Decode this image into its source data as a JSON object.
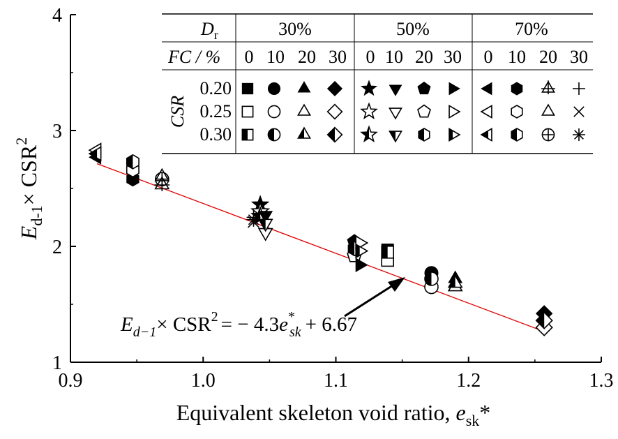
{
  "chart_data": {
    "type": "scatter",
    "xlim": [
      0.9,
      1.3
    ],
    "ylim": [
      1,
      4
    ],
    "xticks": [
      "0.9",
      "1.0",
      "1.1",
      "1.2",
      "1.3"
    ],
    "yticks": [
      "1",
      "2",
      "3",
      "4"
    ],
    "grid": false,
    "xlabel": "Equivalent skeleton void ratio, ",
    "xlabel_var": "e",
    "xlabel_sub": "sk",
    "xlabel_sup": "*",
    "ylabel_var": "E",
    "ylabel_sub": "d-1",
    "ylabel_rest": "× CSR",
    "ylabel_sup": "2",
    "fit_line": {
      "slope": -4.3,
      "intercept": 6.67,
      "x": [
        0.92,
        1.258
      ],
      "color": "#e00000",
      "eq_lhs_var": "E",
      "eq_lhs_sub": "d−1",
      "eq_mid": "× CSR",
      "eq_sup2": "2",
      "eq_rhs_pre": "= − 4.3",
      "eq_rhs_var": "e",
      "eq_rhs_sup": "*",
      "eq_rhs_sub": "sk",
      "eq_rhs_post": "+ 6.67"
    },
    "legend": {
      "position": "top-right",
      "dr_label_var": "D",
      "dr_label_sub": "r",
      "fc_label": "FC / %",
      "csr_label": "CSR",
      "dr_groups": [
        "30%",
        "50%",
        "70%"
      ],
      "fc_values": [
        "0",
        "10",
        "20",
        "30"
      ],
      "csr_rows": [
        "0.20",
        "0.25",
        "0.30"
      ],
      "shapes": [
        [
          "square",
          "circle",
          "triangle",
          "diamond"
        ],
        [
          "star",
          "triangle-down",
          "pentagon",
          "triangle-right"
        ],
        [
          "triangle-left",
          "hexagon",
          "crossed-triangle",
          "cross-wide"
        ]
      ],
      "row3_shapes": [
        [
          "square",
          "circle",
          "triangle",
          "diamond"
        ],
        [
          "star",
          "triangle-down",
          "hexagon",
          "triangle-right"
        ],
        [
          "triangle-left",
          "hexagon",
          "circle-plus",
          "asterisk"
        ]
      ]
    },
    "series": [
      {
        "shape": "square",
        "csr": "0.20",
        "x": 1.139,
        "y": 1.97
      },
      {
        "shape": "square",
        "csr": "0.25",
        "x": 1.139,
        "y": 1.88
      },
      {
        "shape": "square",
        "csr": "0.30",
        "x": 1.139,
        "y": 1.95
      },
      {
        "shape": "circle",
        "csr": "0.20",
        "x": 1.172,
        "y": 1.77
      },
      {
        "shape": "circle",
        "csr": "0.25",
        "x": 1.172,
        "y": 1.65
      },
      {
        "shape": "circle",
        "csr": "0.30",
        "x": 1.172,
        "y": 1.72
      },
      {
        "shape": "triangle",
        "csr": "0.20",
        "x": 1.19,
        "y": 1.72
      },
      {
        "shape": "triangle",
        "csr": "0.25",
        "x": 1.19,
        "y": 1.65
      },
      {
        "shape": "triangle",
        "csr": "0.30",
        "x": 1.19,
        "y": 1.68
      },
      {
        "shape": "diamond",
        "csr": "0.20",
        "x": 1.257,
        "y": 1.42
      },
      {
        "shape": "diamond",
        "csr": "0.25",
        "x": 1.257,
        "y": 1.3
      },
      {
        "shape": "diamond",
        "csr": "0.30",
        "x": 1.257,
        "y": 1.36
      },
      {
        "shape": "star",
        "csr": "0.20",
        "x": 1.043,
        "y": 2.36
      },
      {
        "shape": "star",
        "csr": "0.25",
        "x": 1.043,
        "y": 2.3
      },
      {
        "shape": "star",
        "csr": "0.30",
        "x": 1.043,
        "y": 2.26
      },
      {
        "shape": "triangle-down",
        "csr": "0.20",
        "x": 1.047,
        "y": 2.27
      },
      {
        "shape": "triangle-down",
        "csr": "0.25",
        "x": 1.047,
        "y": 2.12
      },
      {
        "shape": "triangle-down",
        "csr": "0.30",
        "x": 1.047,
        "y": 2.2
      },
      {
        "shape": "pentagon",
        "csr": "0.20",
        "x": 1.114,
        "y": 2.04
      },
      {
        "shape": "pentagon",
        "csr": "0.25",
        "x": 1.114,
        "y": 1.92
      },
      {
        "shape": "hexagon",
        "csr": "0.30",
        "x": 1.114,
        "y": 1.98
      },
      {
        "shape": "triangle-right",
        "csr": "0.20",
        "x": 1.118,
        "y": 1.84
      },
      {
        "shape": "triangle-right",
        "csr": "0.25",
        "x": 1.118,
        "y": 2.03
      },
      {
        "shape": "triangle-right",
        "csr": "0.30",
        "x": 1.118,
        "y": 1.96
      },
      {
        "shape": "triangle-left",
        "csr": "0.20",
        "x": 0.92,
        "y": 2.77
      },
      {
        "shape": "triangle-left",
        "csr": "0.25",
        "x": 0.92,
        "y": 2.83
      },
      {
        "shape": "triangle-left",
        "csr": "0.30",
        "x": 0.92,
        "y": 2.8
      },
      {
        "shape": "hexagon",
        "csr": "0.20",
        "x": 0.947,
        "y": 2.58
      },
      {
        "shape": "hexagon",
        "csr": "0.25",
        "x": 0.947,
        "y": 2.66
      },
      {
        "shape": "hexagon",
        "csr": "0.30",
        "x": 0.947,
        "y": 2.73
      },
      {
        "shape": "crossed-triangle",
        "csr": "0.20",
        "x": 0.969,
        "y": 2.53
      },
      {
        "shape": "crossed-triangle",
        "csr": "0.25",
        "x": 0.969,
        "y": 2.6
      },
      {
        "shape": "circle-plus",
        "csr": "0.30",
        "x": 0.969,
        "y": 2.58
      },
      {
        "shape": "cross-wide",
        "csr": "0.20",
        "x": 1.038,
        "y": 2.25
      },
      {
        "shape": "cross-wide",
        "csr": "0.25",
        "x": 1.038,
        "y": 2.21
      },
      {
        "shape": "asterisk",
        "csr": "0.30",
        "x": 1.038,
        "y": 2.23
      }
    ]
  }
}
